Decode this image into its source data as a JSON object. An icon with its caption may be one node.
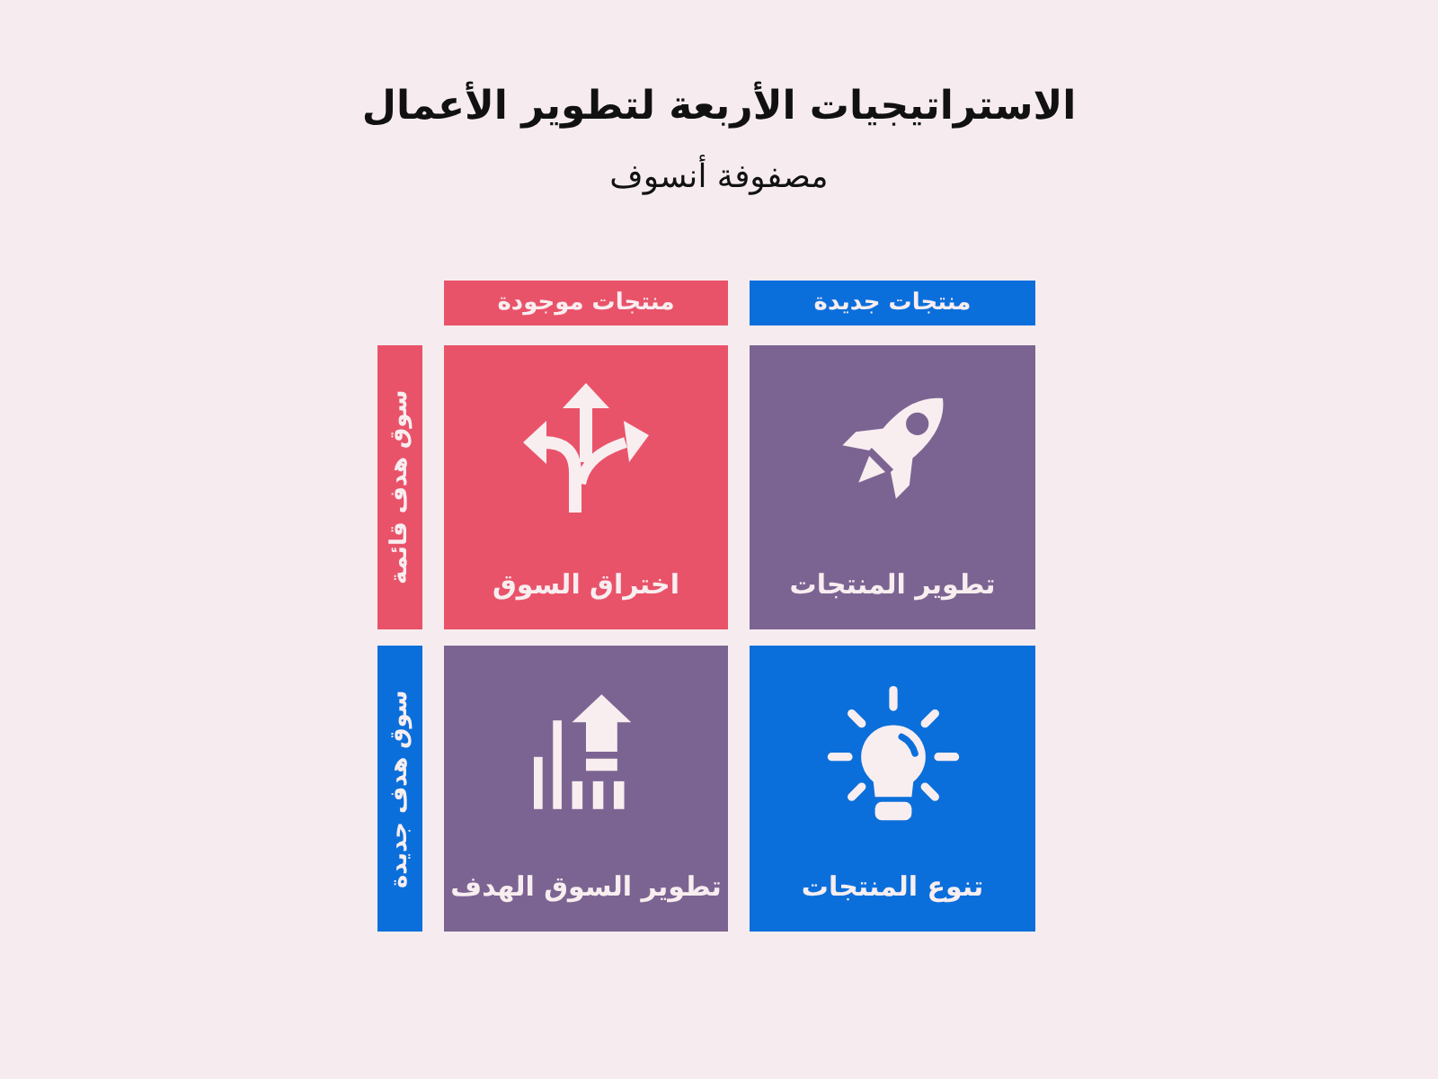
{
  "diagram": {
    "title": "الاستراتيجيات الأربعة لتطوير الأعمال",
    "nodes": [
      {
        "text": [
          "منتجات جديدة"
        ]
      },
      {
        "text": [
          "منتجات موجودة"
        ]
      },
      {
        "text": [
          "تطوير المنتجات"
        ]
      },
      {
        "text": [
          "اختراق السوق"
        ]
      },
      {
        "text": [
          "سوق هدف قائمة"
        ]
      },
      {
        "text": [
          "تنوع المنتجات"
        ]
      },
      {
        "text": [
          "تطوير السوق الهدف"
        ]
      },
      {
        "text": [
          "سوق هدف جديدة"
        ]
      }
    ],
    "labels": [
      "مصفوفة أنسوف"
    ]
  }
}
